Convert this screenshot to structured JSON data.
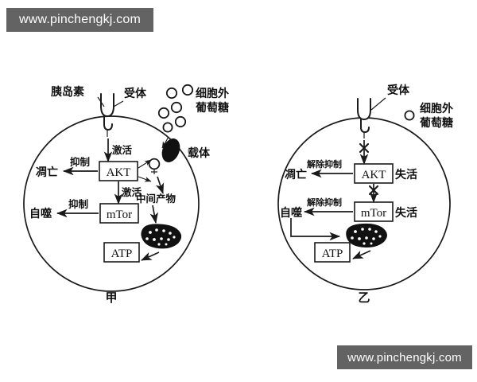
{
  "watermarks": {
    "top": "www.pinchengkj.com",
    "bottom": "www.pinchengkj.com"
  },
  "diagram": {
    "left_cell": {
      "id_label": "甲",
      "external_labels": {
        "insulin": "胰岛素",
        "receptor": "受体",
        "extracellular_glucose_line1": "细胞外",
        "extracellular_glucose_line2": "葡萄糖",
        "carrier": "载体"
      },
      "nodes": {
        "akt": "AKT",
        "mtor": "mTor",
        "atp": "ATP",
        "apoptosis": "凋亡",
        "autophagy": "自噬",
        "intermediate": "中间产物"
      },
      "arrow_labels": {
        "receptor_to_akt": "激活",
        "akt_to_apoptosis": "抑制",
        "akt_to_mtor": "激活",
        "mtor_to_autophagy": "抑制"
      },
      "glucose_count": 6
    },
    "right_cell": {
      "id_label": "乙",
      "external_labels": {
        "receptor": "受体",
        "extracellular_glucose_line1": "细胞外",
        "extracellular_glucose_line2": "葡萄糖"
      },
      "nodes": {
        "akt": "AKT",
        "mtor": "mTor",
        "atp": "ATP",
        "apoptosis": "凋亡",
        "autophagy": "自噬"
      },
      "status_labels": {
        "akt_status": "失活",
        "mtor_status": "失活"
      },
      "arrow_labels": {
        "akt_to_apoptosis": "解除抑制",
        "mtor_to_autophagy": "解除抑制"
      },
      "blocked_marks": 2,
      "glucose_count": 1
    }
  },
  "colors": {
    "ink": "#1a1a1a",
    "background": "#ffffff",
    "watermark_bg": "#636363",
    "watermark_text": "#ffffff"
  }
}
